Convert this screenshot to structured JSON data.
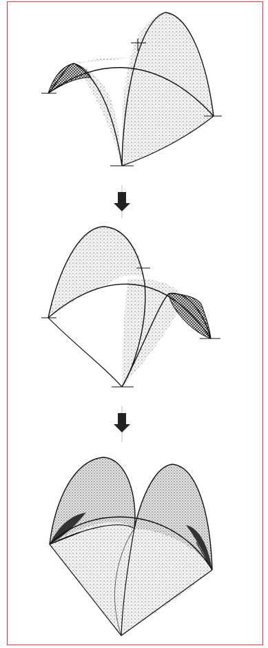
{
  "figure": {
    "border_color": "#e0343c",
    "stages": [
      {
        "name": "stage-1-single-vault-section"
      },
      {
        "name": "stage-2-mirrored-vault-section"
      },
      {
        "name": "stage-3-complete-cross-vault"
      }
    ],
    "arrows": [
      {
        "name": "arrow-down-1",
        "icon": "arrow-down-icon"
      },
      {
        "name": "arrow-down-2",
        "icon": "arrow-down-icon"
      }
    ]
  }
}
